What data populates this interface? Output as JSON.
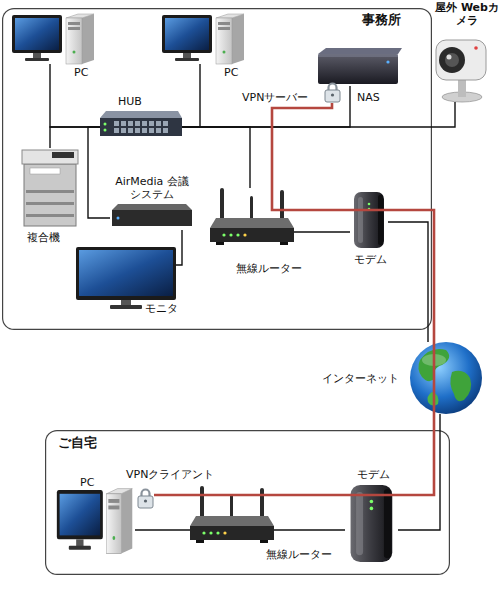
{
  "diagram": {
    "nodes": [
      {
        "text": [
          "事務所"
        ]
      },
      {
        "text": [
          "PC"
        ],
        "in": 0
      },
      {
        "text": [
          "PC"
        ],
        "in": 0
      },
      {
        "text": [
          "VPNサーバー"
        ],
        "in": 0
      },
      {
        "text": [
          "NAS"
        ],
        "in": 0
      },
      {
        "text": [
          "屋外 Webカメラ"
        ]
      },
      {
        "text": [
          "HUB"
        ],
        "in": 0
      },
      {
        "text": [
          "複合機"
        ],
        "in": 0
      },
      {
        "text": [
          "AirMedia 会議システム"
        ],
        "in": 0
      },
      {
        "text": [
          "無線ルーター"
        ],
        "in": 0
      },
      {
        "text": [
          "モデム"
        ],
        "in": 0
      },
      {
        "text": [
          "モニタ"
        ],
        "in": 0
      },
      {
        "text": [
          "インターネット"
        ]
      },
      {
        "text": [
          "ご自宅"
        ]
      },
      {
        "text": [
          "VPNクライアント"
        ],
        "in": 13
      },
      {
        "text": [
          "PC"
        ],
        "in": 13
      },
      {
        "text": [
          "モデム"
        ],
        "in": 13
      },
      {
        "text": [
          "無線ルーター"
        ],
        "in": 13
      }
    ],
    "edges": [
      {
        "from": 1,
        "to": 6,
        "arrow": "none"
      },
      {
        "from": 2,
        "to": 6,
        "arrow": "none"
      },
      {
        "from": 6,
        "to": 4,
        "arrow": "none"
      },
      {
        "from": 6,
        "to": 5,
        "arrow": "none"
      },
      {
        "from": 6,
        "to": 7,
        "arrow": "none"
      },
      {
        "from": 6,
        "to": 8,
        "arrow": "none"
      },
      {
        "from": 6,
        "to": 9,
        "arrow": "none"
      },
      {
        "from": 8,
        "to": 11,
        "arrow": "none"
      },
      {
        "from": 9,
        "to": 10,
        "arrow": "none"
      },
      {
        "from": 10,
        "to": 12,
        "arrow": "none"
      },
      {
        "from": 12,
        "to": 16,
        "arrow": "none"
      },
      {
        "from": 16,
        "to": 17,
        "arrow": "none"
      },
      {
        "from": 17,
        "to": 15,
        "arrow": "none"
      },
      {
        "from": 3,
        "to": 14,
        "arrow": "none"
      }
    ]
  }
}
